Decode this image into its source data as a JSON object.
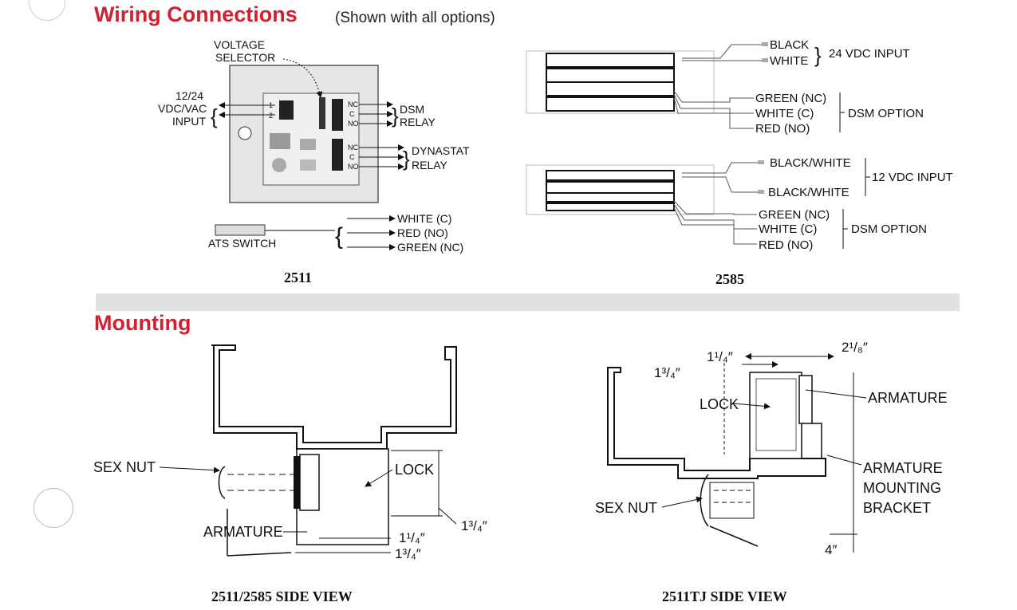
{
  "wiring": {
    "title": "Wiring Connections",
    "subtitle": "(Shown with all options)",
    "d2511": {
      "voltage_selector_line1": "VOLTAGE",
      "voltage_selector_line2": "SELECTOR",
      "input_line1": "12/24",
      "input_line2": "VDC/VAC",
      "input_line3": "INPUT",
      "terminal_1": "1",
      "terminal_2": "2",
      "nc": "NC",
      "c": "C",
      "no": "NO",
      "dsm_line1": "DSM",
      "dsm_line2": "RELAY",
      "dynastat_line1": "DYNASTAT",
      "dynastat_line2": "RELAY",
      "ats_switch": "ATS SWITCH",
      "ats_white": "WHITE (C)",
      "ats_red": "RED (NO)",
      "ats_green": "GREEN (NC)",
      "caption": "2511"
    },
    "d2585": {
      "black": "BLACK",
      "white": "WHITE",
      "input_24": "24 VDC INPUT",
      "green_nc": "GREEN (NC)",
      "white_c": "WHITE (C)",
      "red_no": "RED (NO)",
      "dsm_option": "DSM OPTION",
      "black_white_1": "BLACK/WHITE",
      "black_white_2": "BLACK/WHITE",
      "input_12": "12 VDC INPUT",
      "green_nc_2": "GREEN (NC)",
      "white_c_2": "WHITE (C)",
      "red_no_2": "RED (NO)",
      "dsm_option_2": "DSM OPTION",
      "caption": "2585"
    }
  },
  "mounting": {
    "title": "Mounting",
    "side_view": {
      "sex_nut": "SEX NUT",
      "lock": "LOCK",
      "armature": "ARMATURE",
      "dim_height": "1³/₄″",
      "dim_a": "1¹/₄″",
      "dim_b": "1³/₄″",
      "caption": "2511/2585 SIDE VIEW"
    },
    "tj_view": {
      "dim_top": "1¹/₄″",
      "dim_left": "1³/₄″",
      "dim_right": "2¹/₈″",
      "lock": "LOCK",
      "armature": "ARMATURE",
      "bracket_line1": "ARMATURE",
      "bracket_line2": "MOUNTING",
      "bracket_line3": "BRACKET",
      "sex_nut": "SEX NUT",
      "dim_bottom": "4″",
      "caption": "2511TJ SIDE VIEW"
    }
  }
}
